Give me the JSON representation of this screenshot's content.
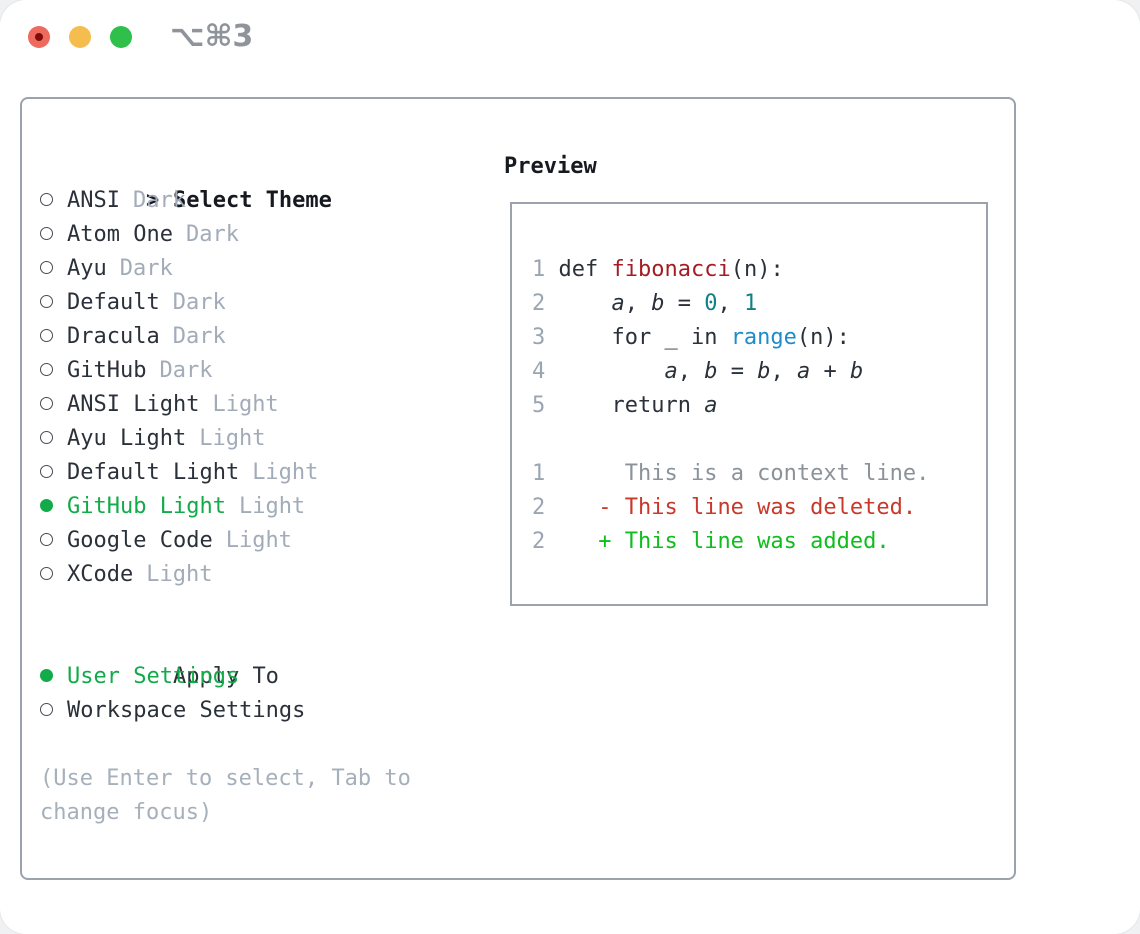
{
  "window": {
    "title": "⌥⌘3",
    "traffic_lights": {
      "close_color": "#ee6a5e",
      "unsaved_dot_color": "#7d0d06",
      "minimize_color": "#f5bd4e",
      "zoom_color": "#2ec04a"
    }
  },
  "theme_selector": {
    "header": {
      "marker": ">",
      "label": "Select Theme"
    },
    "themes": [
      {
        "name": "ANSI",
        "variant": "Dark",
        "selected": false
      },
      {
        "name": "Atom One",
        "variant": "Dark",
        "selected": false
      },
      {
        "name": "Ayu",
        "variant": "Dark",
        "selected": false
      },
      {
        "name": "Default",
        "variant": "Dark",
        "selected": false
      },
      {
        "name": "Dracula",
        "variant": "Dark",
        "selected": false
      },
      {
        "name": "GitHub",
        "variant": "Dark",
        "selected": false
      },
      {
        "name": "ANSI Light",
        "variant": "Light",
        "selected": false
      },
      {
        "name": "Ayu Light",
        "variant": "Light",
        "selected": false
      },
      {
        "name": "Default Light",
        "variant": "Light",
        "selected": false
      },
      {
        "name": "GitHub Light",
        "variant": "Light",
        "selected": true
      },
      {
        "name": "Google Code",
        "variant": "Light",
        "selected": false
      },
      {
        "name": "XCode",
        "variant": "Light",
        "selected": false
      }
    ],
    "apply_to": {
      "label": "Apply To",
      "options": [
        {
          "name": "User Settings",
          "selected": true
        },
        {
          "name": "Workspace Settings",
          "selected": false
        }
      ]
    },
    "hint": "(Use Enter to select, Tab to change focus)"
  },
  "preview": {
    "header": "Preview",
    "lines": [
      [
        {
          "t": "1",
          "c": "num"
        },
        {
          "t": " def ",
          "c": "plain"
        },
        {
          "t": "fibonacci",
          "c": "fn"
        },
        {
          "t": "(n):",
          "c": "plain"
        }
      ],
      [
        {
          "t": "2",
          "c": "num"
        },
        {
          "t": "     ",
          "c": "plain"
        },
        {
          "t": "a",
          "c": "var"
        },
        {
          "t": ", ",
          "c": "plain"
        },
        {
          "t": "b",
          "c": "var"
        },
        {
          "t": " = ",
          "c": "plain"
        },
        {
          "t": "0",
          "c": "numlit"
        },
        {
          "t": ", ",
          "c": "plain"
        },
        {
          "t": "1",
          "c": "numlit"
        }
      ],
      [
        {
          "t": "3",
          "c": "num"
        },
        {
          "t": "     for _ in ",
          "c": "plain"
        },
        {
          "t": "range",
          "c": "builtin"
        },
        {
          "t": "(n):",
          "c": "plain"
        }
      ],
      [
        {
          "t": "4",
          "c": "num"
        },
        {
          "t": "         ",
          "c": "plain"
        },
        {
          "t": "a",
          "c": "var"
        },
        {
          "t": ", ",
          "c": "plain"
        },
        {
          "t": "b",
          "c": "var"
        },
        {
          "t": " = ",
          "c": "plain"
        },
        {
          "t": "b",
          "c": "var"
        },
        {
          "t": ", ",
          "c": "plain"
        },
        {
          "t": "a",
          "c": "var"
        },
        {
          "t": " + ",
          "c": "plain"
        },
        {
          "t": "b",
          "c": "var"
        }
      ],
      [
        {
          "t": "5",
          "c": "num"
        },
        {
          "t": "     return ",
          "c": "plain"
        },
        {
          "t": "a",
          "c": "var"
        }
      ],
      [],
      [
        {
          "t": "1",
          "c": "num"
        },
        {
          "t": "      ",
          "c": "plain"
        },
        {
          "t": "This is a context line.",
          "c": "ctx"
        }
      ],
      [
        {
          "t": "2",
          "c": "num"
        },
        {
          "t": "    ",
          "c": "plain"
        },
        {
          "t": "- This line was deleted.",
          "c": "del"
        }
      ],
      [
        {
          "t": "2",
          "c": "num"
        },
        {
          "t": "    ",
          "c": "plain"
        },
        {
          "t": "+ This line was added.",
          "c": "add"
        }
      ]
    ]
  },
  "colors": {
    "panel_border": "#9aa3ac",
    "selection_green": "#12ab49",
    "variant_gray": "#a2acb9",
    "hint_gray": "#a6b0bb",
    "line_number_gray": "#9aa5b2",
    "function_red": "#a31e24",
    "number_teal": "#0e808a",
    "builtin_blue": "#1d8ccb",
    "diff_deleted_red": "#c9392a",
    "diff_added_green": "#10bd1e"
  }
}
